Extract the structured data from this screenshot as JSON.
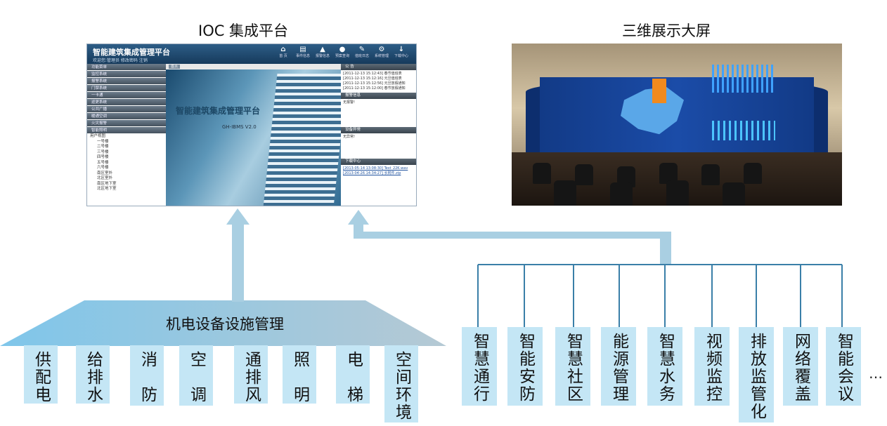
{
  "titles": {
    "ioc": "IOC 集成平台",
    "screen": "三维展示大屏"
  },
  "ioc_screen": {
    "app_title": "智能建筑集成管理平台",
    "welcome": "欢迎您:管理员  修改密码  注销",
    "toolbar": [
      "首 页",
      "事件信息",
      "报警信息",
      "预案查询",
      "值班日志",
      "系统管理",
      "下载中心"
    ],
    "sidebar_header": "功能菜单",
    "menu": [
      "监控系统",
      "报警系统",
      "门禁系统",
      "一卡通",
      "巡更系统",
      "公共广播",
      "暖通空调",
      "火灾报警",
      "智能照明"
    ],
    "tree_root": "用户视图",
    "tree": [
      "一号楼",
      "二号楼",
      "三号楼",
      "四号楼",
      "五号楼",
      "六号楼",
      "南区室外",
      "北区室外",
      "南区地下室",
      "北区地下室"
    ],
    "tab": "首页",
    "banner_title": "智能建筑集成管理平台",
    "banner_version": "GH-IBMS V2.0",
    "panels": {
      "notice_title": "公 告",
      "notices": [
        "[2011-12-13 15:12:43]  春节值班表",
        "[2011-12-13 15:12:16]  元旦值班表",
        "[2011-12-13 15:12:56]  元旦放假通知",
        "[2011-12-13 15:12:00]  春节放假通知"
      ],
      "alarm_title": "报警信息",
      "alarm_text": "无报警!",
      "fault_title": "设备异常",
      "fault_text": "无异常!",
      "download_title": "下载中心",
      "downloads": [
        "[2013-05-14 13:08:30]  Test_22K.wav",
        "[2013-04-26 14:34:27]  长附件.zip"
      ]
    }
  },
  "roof_label": "机电设备设施管理",
  "left_items": [
    "供配电",
    "给排水",
    "消　防",
    "空　调",
    "通排风",
    "照　明",
    "电　梯",
    "空间环境"
  ],
  "right_items": [
    "智慧通行",
    "智能安防",
    "智慧社区",
    "能源管理",
    "智慧水务",
    "视频监控",
    "排放监管化",
    "网络覆盖",
    "智能会议"
  ],
  "ellipsis": "…",
  "colors": {
    "arrow": "#a9cfe2",
    "box": "#c4e6f5",
    "line": "#3a7fa8",
    "roof_left": "#7fc6ea",
    "roof_right": "#b5c9d4"
  }
}
